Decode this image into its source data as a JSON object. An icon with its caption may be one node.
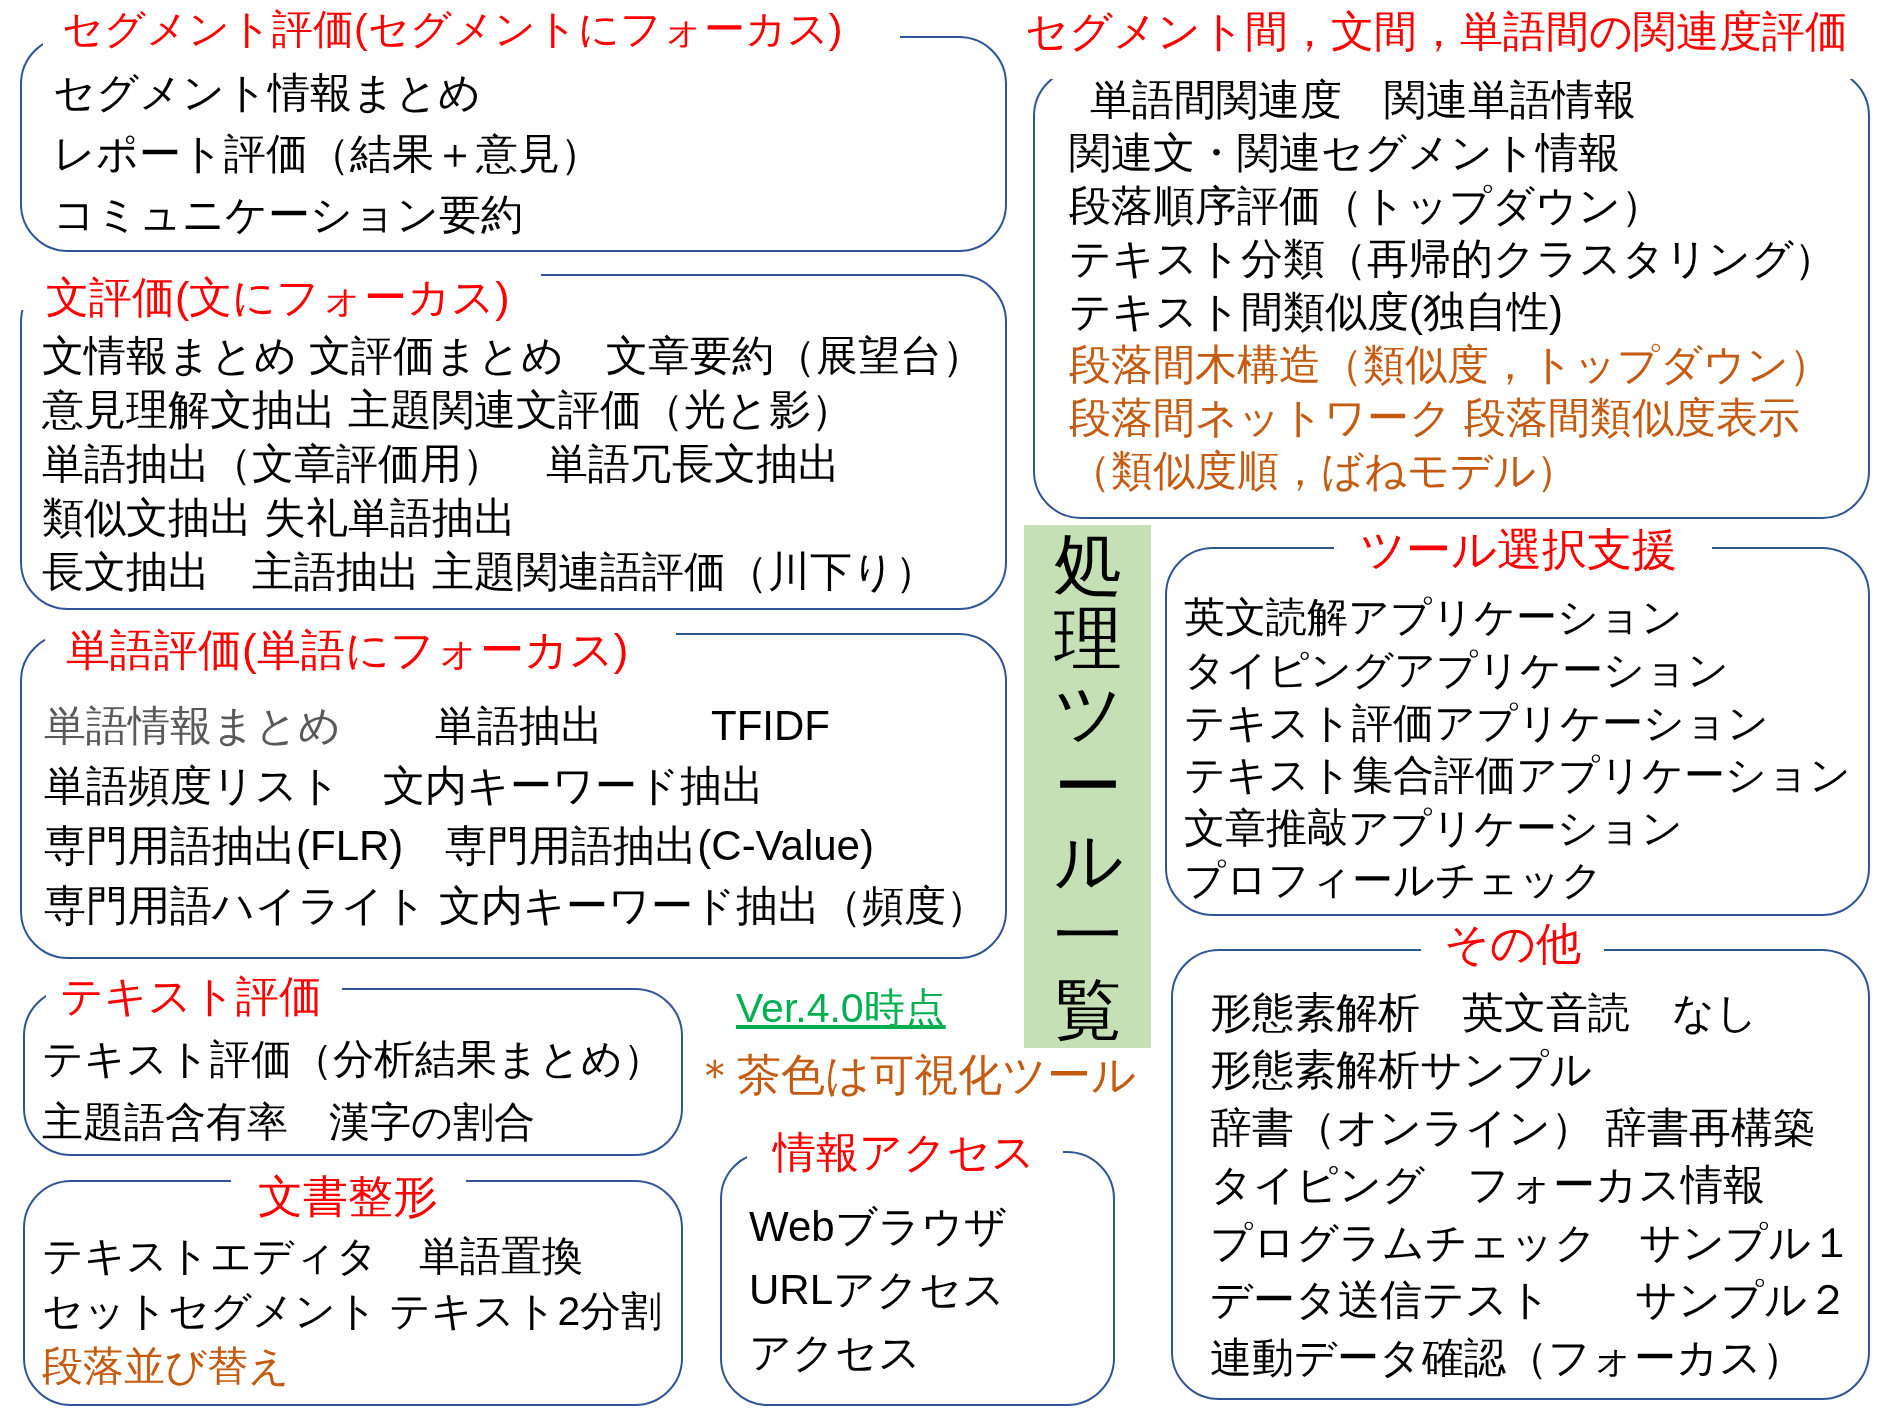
{
  "diagram": {
    "nodes": [
      {
        "text": [
          "セグメント評価(セグメントにフォーカス)",
          "セグメント情報まとめ",
          "レポート評価（結果＋意見）",
          "コミュニケーション要約"
        ]
      },
      {
        "text": [
          "文評価(文にフォーカス)",
          "文情報まとめ 文評価まとめ　文章要約（展望台）",
          "意見理解文抽出 主題関連文評価（光と影）",
          "単語抽出（文章評価用）　単語冗長文抽出",
          "類似文抽出 失礼単語抽出",
          "長文抽出　主語抽出 主題関連語評価（川下り）"
        ]
      },
      {
        "text": [
          "単語評価(単語にフォーカス)",
          "単語情報まとめ",
          "単語抽出",
          "TFIDF",
          "単語頻度リスト　文内キーワード抽出",
          "専門用語抽出(FLR)　専門用語抽出(C-Value)",
          "専門用語ハイライト 文内キーワード抽出（頻度）"
        ]
      },
      {
        "text": [
          "テキスト評価",
          "テキスト評価（分析結果まとめ）",
          "主題語含有率　漢字の割合"
        ]
      },
      {
        "text": [
          "文書整形",
          "テキストエディタ　単語置換",
          "セットセグメント テキスト2分割",
          "段落並び替え"
        ]
      },
      {
        "text": [
          "情報アクセス",
          "Webブラウザ",
          "URLアクセス",
          "アクセス"
        ]
      },
      {
        "text": [
          "処理ツール一覧"
        ]
      },
      {
        "text": [
          "セグメント間，文間，単語間の関連度評価",
          "単語間関連度　関連単語情報",
          "関連文・関連セグメント情報",
          "段落順序評価（トップダウン）",
          "テキスト分類（再帰的クラスタリング）",
          "テキスト間類似度(独自性)",
          "段落間木構造（類似度，トップダウン）",
          "段落間ネットワーク 段落間類似度表示（類似度順，ばねモデル）"
        ]
      },
      {
        "text": [
          "ツール選択支援",
          "英文読解アプリケーション",
          "タイピングアプリケーション",
          "テキスト評価アプリケーション",
          "テキスト集合評価アプリケーション",
          "文章推敲アプリケーション",
          "プロフィールチェック"
        ]
      },
      {
        "text": [
          "その他",
          "形態素解析　英文音読　なし",
          "形態素解析サンプル",
          "辞書（オンライン） 辞書再構築",
          "タイピング　フォーカス情報",
          "プログラムチェック　サンプル１",
          "データ送信テスト　　サンプル２",
          "連動データ確認（フォーカス）"
        ]
      }
    ],
    "labels": [
      "Ver.4.0時点",
      "＊茶色は可視化ツール"
    ]
  }
}
